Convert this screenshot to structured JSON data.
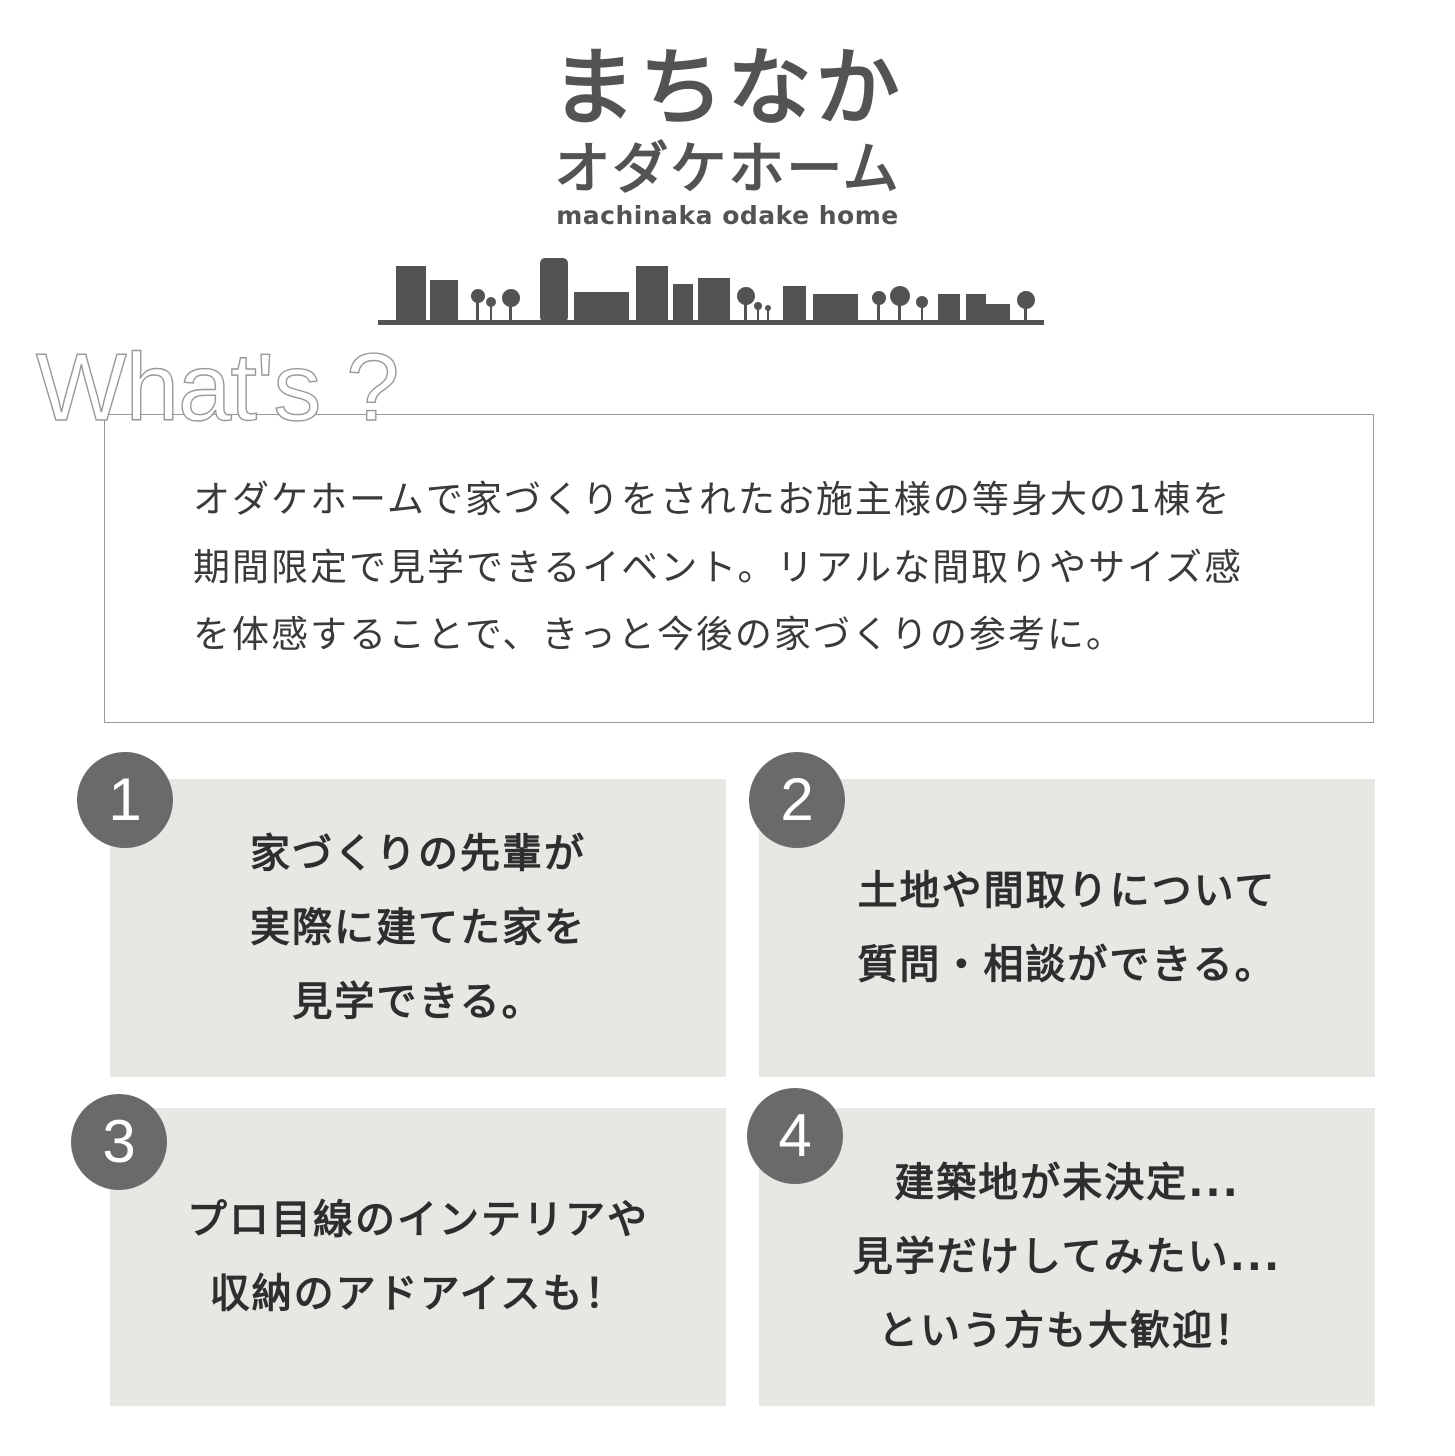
{
  "logo": {
    "main": "まちなか",
    "kana": "オダケホーム",
    "roman": "machinaka odake home"
  },
  "whats": "What's ?",
  "intro": {
    "lines": [
      "オダケホームで家づくりをされたお施主様の等身大の1棟を",
      "期間限定で見学できるイベント。リアルな間取りやサイズ感",
      "を体感することで、きっと今後の家づくりの参考に。"
    ]
  },
  "features": [
    {
      "number": "1",
      "lines": [
        "家づくりの先輩が",
        "実際に建てた家を",
        "見学できる。"
      ]
    },
    {
      "number": "2",
      "lines": [
        "土地や間取りについて",
        "質問・相談ができる。"
      ]
    },
    {
      "number": "3",
      "lines": [
        "プロ目線のインテリアや",
        "収納のアドアイスも！"
      ]
    },
    {
      "number": "4",
      "lines": [
        "建築地が未決定...",
        "見学だけしてみたい...",
        "という方も大歓迎！"
      ]
    }
  ],
  "colors": {
    "logo": "#555253",
    "card_bg": "#e8e7e3",
    "badge_bg": "#6b6a6a",
    "text": "#3a3a3a"
  }
}
